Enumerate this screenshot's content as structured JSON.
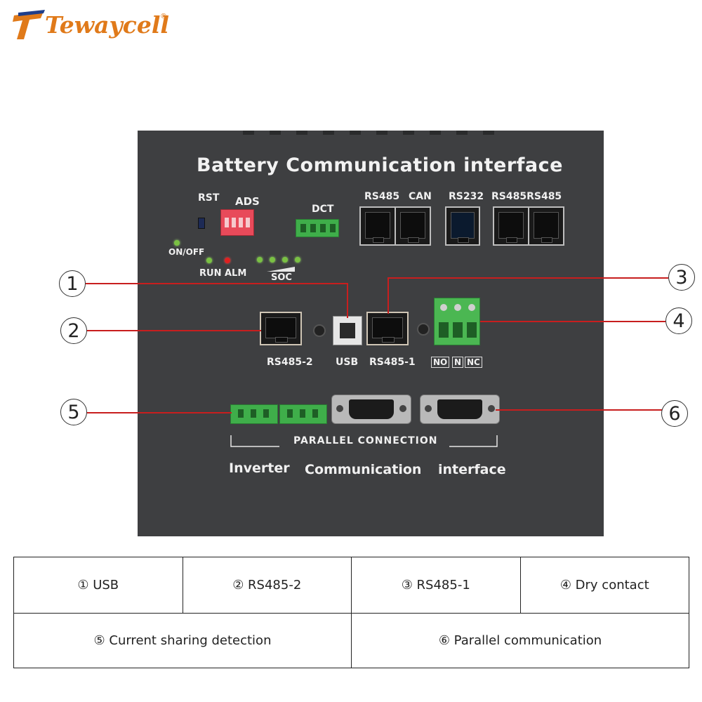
{
  "brand": {
    "name": "Tewaycell",
    "registered": "®",
    "color": "#e07a1a"
  },
  "panel": {
    "title": "Battery Communication interface",
    "labels": {
      "rst": "RST",
      "ads": "ADS",
      "dct": "DCT",
      "on_off": "ON/OFF",
      "run_alm": "RUN ALM",
      "soc": "SOC",
      "rs485_top": "RS485",
      "can": "CAN",
      "rs232": "RS232",
      "rs485_pair": "RS485RS485",
      "rs485_2": "RS485-2",
      "usb": "USB",
      "rs485_1": "RS485-1",
      "no": "NO",
      "n": "N",
      "nc": "NC",
      "parallel_connection": "PARALLEL  CONNECTION",
      "inverter": "Inverter",
      "communication": "Communication",
      "interface": "interface"
    }
  },
  "callouts": [
    "1",
    "2",
    "3",
    "4",
    "5",
    "6"
  ],
  "legend": {
    "row1": [
      "① USB",
      "② RS485-2",
      "③ RS485-1",
      "④ Dry contact"
    ],
    "row2": [
      "⑤ Current sharing detection",
      "⑥ Parallel communication"
    ]
  },
  "colors": {
    "panel": "#3e3f41",
    "leader": "#c81e1e",
    "connector_green": "#3fae4a",
    "led_green": "#7ac143",
    "led_red": "#e02020"
  }
}
